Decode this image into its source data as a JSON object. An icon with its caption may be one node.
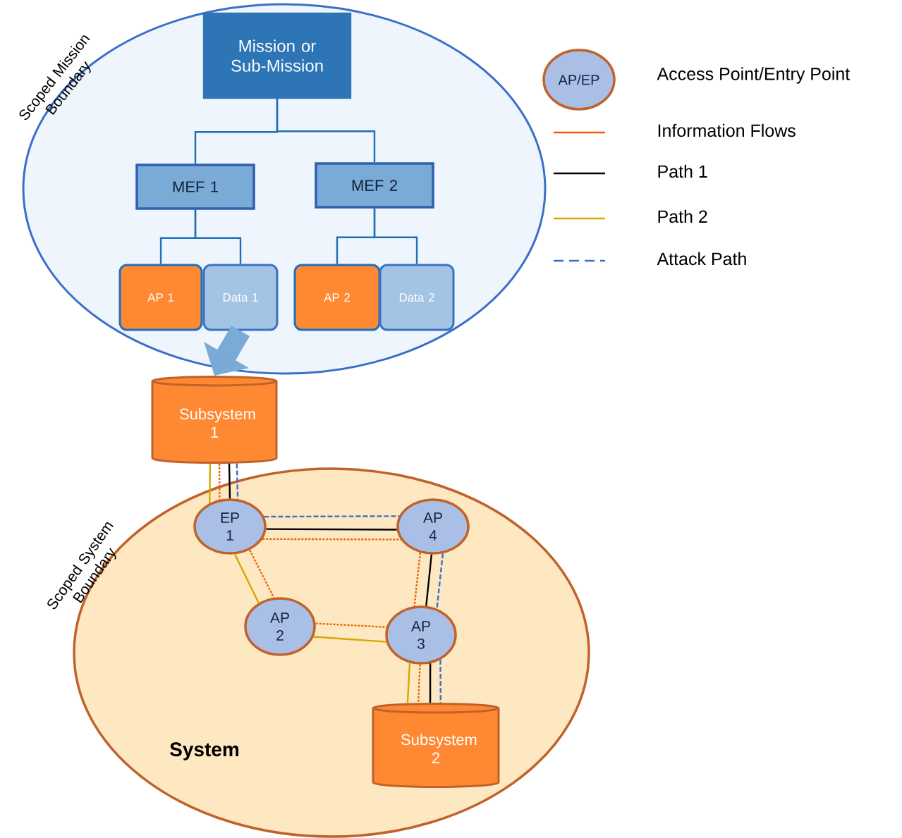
{
  "diagram": {
    "nodes": [
      {
        "text": [
          "Scoped Mission Boundary"
        ]
      },
      {
        "text": [
          "Mission or Sub-Mission"
        ],
        "in": 0
      },
      {
        "text": [
          "MEF 1"
        ],
        "in": 0
      },
      {
        "text": [
          "MEF 2"
        ],
        "in": 0
      },
      {
        "text": [
          "AP 1"
        ],
        "in": 0
      },
      {
        "text": [
          "Data 1"
        ],
        "in": 0
      },
      {
        "text": [
          "AP 2"
        ],
        "in": 0
      },
      {
        "text": [
          "Data 2"
        ],
        "in": 0
      },
      {
        "text": [
          "Subsystem 1"
        ]
      },
      {
        "text": [
          "Scoped System Boundary",
          "System"
        ]
      },
      {
        "text": [
          "EP 1"
        ],
        "in": 9
      },
      {
        "text": [
          "AP 4"
        ],
        "in": 9
      },
      {
        "text": [
          "AP 2"
        ],
        "in": 9
      },
      {
        "text": [
          "AP 3"
        ],
        "in": 9
      },
      {
        "text": [
          "Subsystem 2"
        ],
        "in": 9
      }
    ],
    "edges": [
      {
        "from": 1,
        "to": 2,
        "arrow": "none",
        "color": "#1f6fb8"
      },
      {
        "from": 1,
        "to": 3,
        "arrow": "none",
        "color": "#1f6fb8"
      },
      {
        "from": 2,
        "to": 4,
        "arrow": "none",
        "color": "#1f6fb8"
      },
      {
        "from": 2,
        "to": 5,
        "arrow": "none",
        "color": "#1f6fb8"
      },
      {
        "from": 3,
        "to": 6,
        "arrow": "none",
        "color": "#1f6fb8"
      },
      {
        "from": 3,
        "to": 7,
        "arrow": "none",
        "color": "#1f6fb8"
      },
      {
        "from": 5,
        "to": 8,
        "arrow": "to",
        "style": "thick",
        "color": "#7aaad6"
      },
      {
        "from": 8,
        "to": 10,
        "arrow": "none",
        "color": "#d4a800"
      },
      {
        "from": 8,
        "to": 10,
        "arrow": "none",
        "style": "dashed",
        "color": "#f06000"
      },
      {
        "from": 8,
        "to": 10,
        "arrow": "none",
        "color": "#000000"
      },
      {
        "from": 8,
        "to": 10,
        "arrow": "none",
        "style": "dashed",
        "color": "#3b6fc8"
      },
      {
        "from": 10,
        "to": 11,
        "arrow": "none",
        "style": "dashed",
        "color": "#3b6fc8"
      },
      {
        "from": 10,
        "to": 11,
        "arrow": "none",
        "color": "#000000"
      },
      {
        "from": 10,
        "to": 11,
        "arrow": "none",
        "style": "dashed",
        "color": "#f06000"
      },
      {
        "from": 10,
        "to": 12,
        "arrow": "none",
        "color": "#d4a800"
      },
      {
        "from": 10,
        "to": 12,
        "arrow": "none",
        "style": "dashed",
        "color": "#f06000"
      },
      {
        "from": 12,
        "to": 13,
        "arrow": "none",
        "style": "dashed",
        "color": "#f06000"
      },
      {
        "from": 12,
        "to": 13,
        "arrow": "none",
        "color": "#d4a800"
      },
      {
        "from": 11,
        "to": 13,
        "arrow": "none",
        "style": "dashed",
        "color": "#f06000"
      },
      {
        "from": 11,
        "to": 13,
        "arrow": "none",
        "color": "#000000"
      },
      {
        "from": 11,
        "to": 13,
        "arrow": "none",
        "style": "dashed",
        "color": "#3b6fc8"
      },
      {
        "from": 13,
        "to": 14,
        "arrow": "none",
        "color": "#d4a800"
      },
      {
        "from": 13,
        "to": 14,
        "arrow": "none",
        "style": "dashed",
        "color": "#f06000"
      },
      {
        "from": 13,
        "to": 14,
        "arrow": "none",
        "color": "#000000"
      },
      {
        "from": 13,
        "to": 14,
        "arrow": "none",
        "style": "dashed",
        "color": "#3b6fc8"
      }
    ],
    "labels": [
      "AP/EP"
    ],
    "legend": [
      {
        "text": "Access Point/Entry Point"
      },
      {
        "text": "Information Flows"
      },
      {
        "text": "Path 1"
      },
      {
        "text": "Path 2"
      },
      {
        "text": "Attack Path"
      }
    ]
  }
}
